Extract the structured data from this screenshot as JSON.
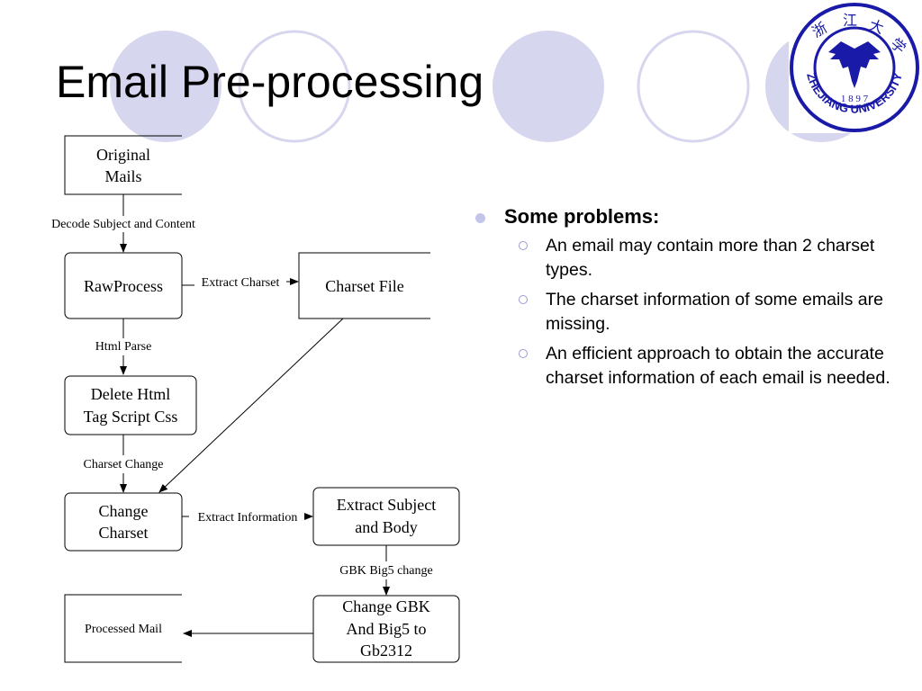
{
  "slide": {
    "title": "Email Pre-processing"
  },
  "logo": {
    "name": "zhejiang-university-seal",
    "text": "ZHEJIANG UNIVERSITY 1897",
    "color": "#1a1aa8"
  },
  "diagram": {
    "nodes": {
      "original_mails": [
        "Original",
        "Mails"
      ],
      "raw_process": "RawProcess",
      "charset_file": "Charset File",
      "delete_html": [
        "Delete Html",
        "Tag Script Css"
      ],
      "change_charset": [
        "Change",
        "Charset"
      ],
      "extract_subject": [
        "Extract Subject",
        "and Body"
      ],
      "processed_mail": "Processed Mail",
      "change_gbk": [
        "Change GBK",
        "And Big5 to",
        "Gb2312"
      ]
    },
    "edges": {
      "decode": "Decode Subject and Content",
      "extract_charset": "Extract Charset",
      "html_parse": "Html Parse",
      "charset_change": "Charset Change",
      "extract_information": "Extract Information",
      "gbk_big5_change": "GBK Big5 change"
    }
  },
  "bullets": {
    "heading": "Some problems:",
    "items": [
      "An email may contain more than 2 charset types.",
      "The charset information of some emails are missing.",
      "An efficient approach to obtain the accurate charset information of each email is needed."
    ]
  },
  "theme": {
    "circle_fill": "#d6d6ee",
    "circle_stroke": "#d6d6ee",
    "bullet_color": "#c4c4ea"
  }
}
